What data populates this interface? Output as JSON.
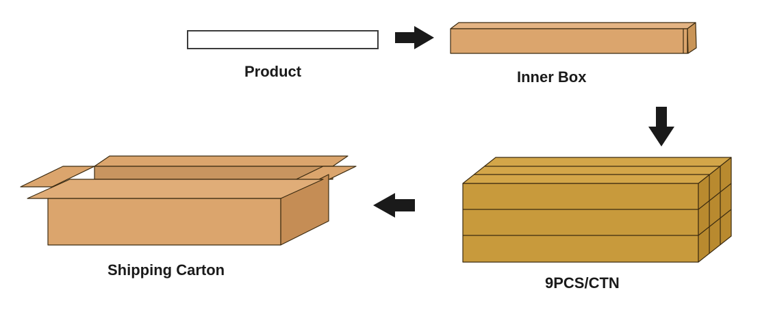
{
  "labels": {
    "product": "Product",
    "inner_box": "Inner Box",
    "pcs_per_carton": "9PCS/CTN",
    "shipping_carton": "Shipping Carton"
  },
  "colors": {
    "outline": "#3a2a10",
    "cardboard_light": "#dba56d",
    "cardboard_mid": "#cf9a5f",
    "cardboard_dark": "#c4964b",
    "carton_gold": "#c89a3c",
    "arrow": "#1a1a1a"
  },
  "icons": {
    "product": "product-bar-icon",
    "inner_box": "inner-box-icon",
    "carton_stack": "carton-stack-icon",
    "shipping_carton": "open-carton-icon",
    "arrow_right": "arrow-right-icon",
    "arrow_down": "arrow-down-icon",
    "arrow_left": "arrow-left-icon"
  }
}
